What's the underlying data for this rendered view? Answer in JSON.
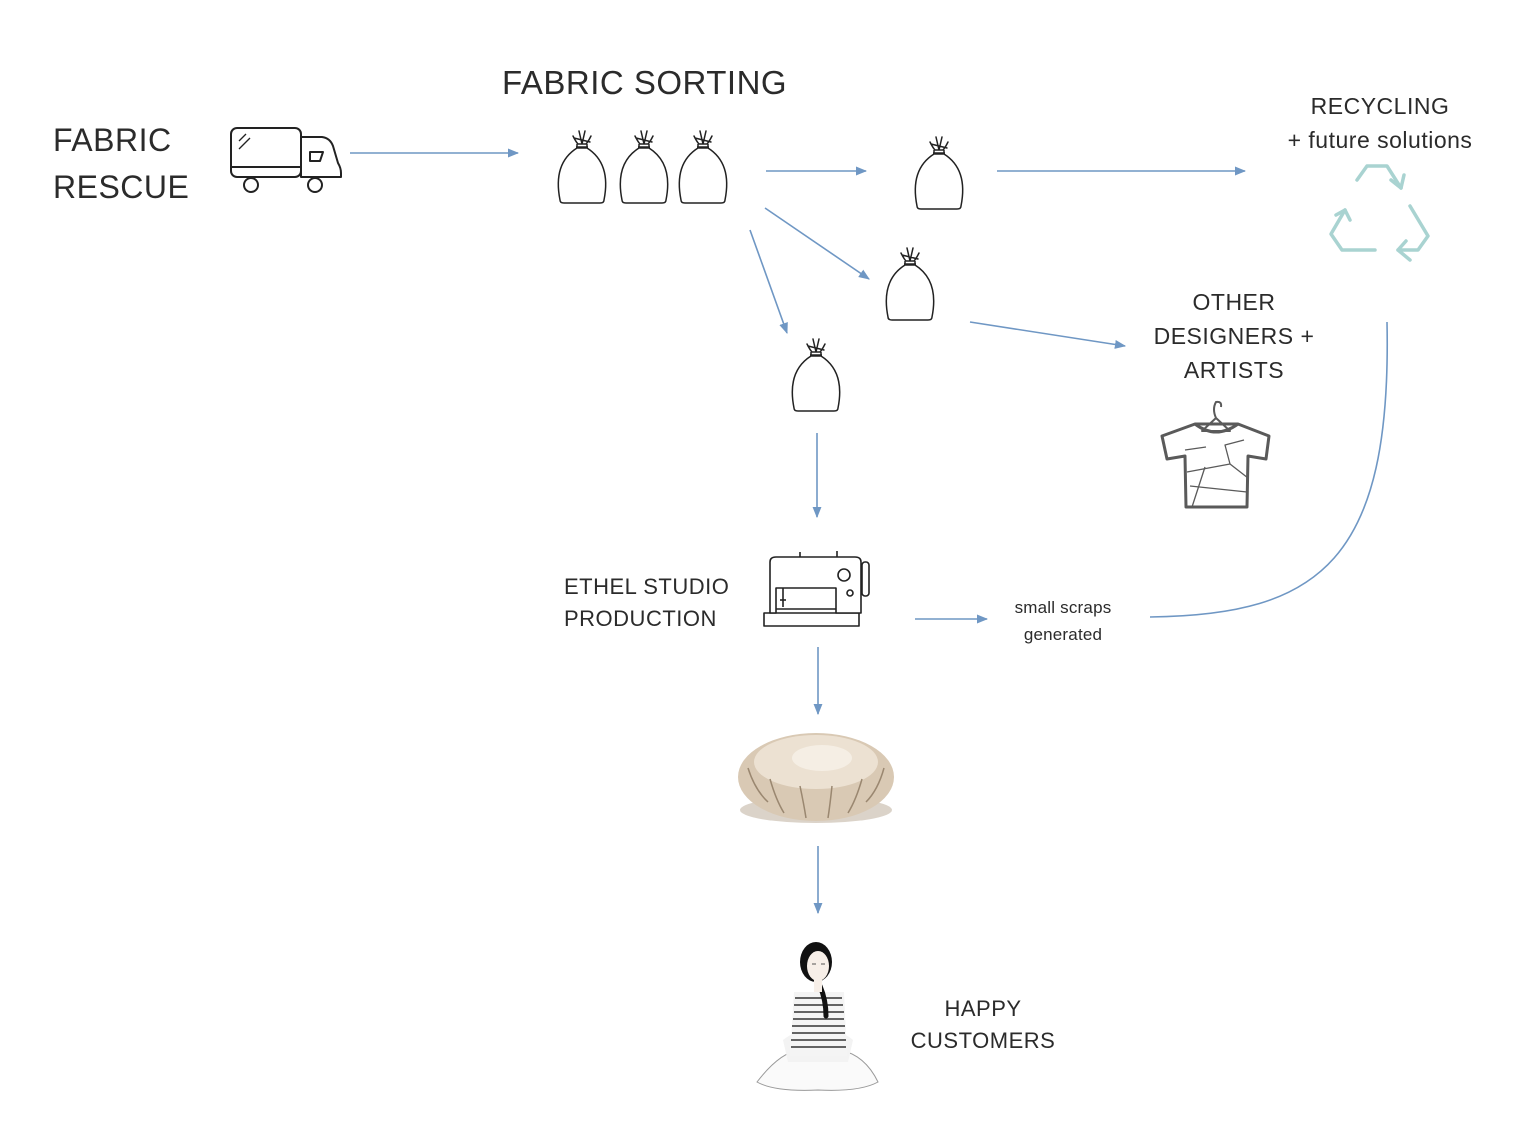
{
  "labels": {
    "fabric_rescue": [
      "FABRIC",
      "RESCUE"
    ],
    "fabric_sorting": "FABRIC SORTING",
    "recycling": [
      "RECYCLING",
      "+ future solutions"
    ],
    "other_designers": [
      "OTHER",
      "DESIGNERS +",
      "ARTISTS"
    ],
    "ethel_studio": [
      "ETHEL STUDIO",
      "PRODUCTION"
    ],
    "small_scraps": [
      "small scraps",
      "generated"
    ],
    "happy_customers": [
      "HAPPY",
      "CUSTOMERS"
    ]
  },
  "icons": {
    "truck": "truck-icon",
    "bag": "fabric-bag-icon",
    "recycle": "recycle-icon",
    "shirt": "patchwork-shirt-icon",
    "sewing_machine": "sewing-machine-icon",
    "cushion": "meditation-cushion-image",
    "customer": "meditating-woman-illustration"
  },
  "colors": {
    "arrow": "#6f97c4",
    "recycle": "#a9d3d1",
    "ink": "#2b2b2b",
    "shirt": "#5a5a5a",
    "cushion": "#d9c9b4"
  }
}
